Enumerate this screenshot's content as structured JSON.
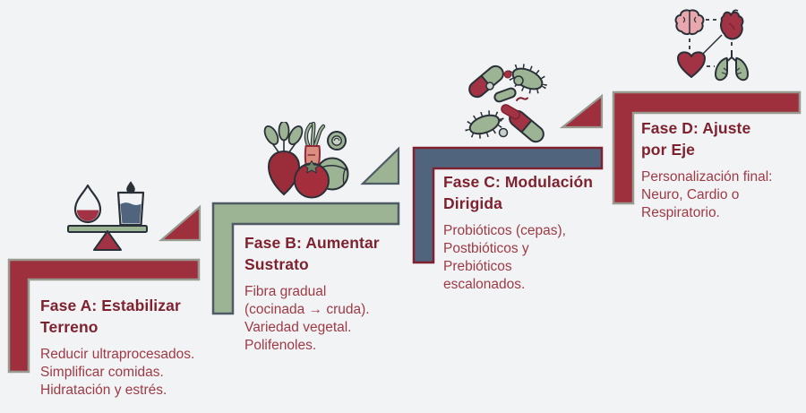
{
  "figure": {
    "type": "staircase-diagram",
    "language": "es",
    "description": "Four ascending phase steps"
  },
  "colors": {
    "background": "#F2F3F5",
    "step_red": "#9E2F3C",
    "step_green": "#9CB394",
    "step_blue": "#51647D",
    "border_gray": "#98998F",
    "border_slate": "#4E5A64",
    "border_dark_red": "#7E2230",
    "title_text": "#7E2230",
    "body_text": "#9E3A45"
  },
  "phases": [
    {
      "id": "fase-a",
      "title": "Fase A: Estabilizar\nTerreno",
      "body": "Reducir ultraprocesados.\nSimplificar comidas.\nHidratación y estrés.",
      "icon": "balance-scale-icon",
      "bar_color": "#9E2F3C",
      "bar_border": "#98998F"
    },
    {
      "id": "fase-b",
      "title": "Fase B: Aumentar\nSustrato",
      "body": "Fibra gradual\n(cocinada → cruda).\nVariedad vegetal.\nPolifenoles.",
      "icon": "vegetables-icon",
      "bar_color": "#9CB394",
      "bar_border": "#4E5A64"
    },
    {
      "id": "fase-c",
      "title": "Fase C: Modulación\nDirigida",
      "body": "Probióticos (cepas),\nPostbióticos y\nPrebióticos\nescalonados.",
      "icon": "microbiome-icon",
      "bar_color": "#51647D",
      "bar_border": "#7E2230"
    },
    {
      "id": "fase-d",
      "title": "Fase D: Ajuste\npor Eje",
      "body": "Personalización final:\nNeuro, Cardio o\nRespiratorio.",
      "icon": "organs-icon",
      "bar_color": "#9E2F3C",
      "bar_border": "#98998F"
    }
  ],
  "connectors": [
    {
      "between": "fase-a/fase-b",
      "color": "#9E2F3C",
      "border": "#98998F"
    },
    {
      "between": "fase-b/fase-c",
      "color": "#9CB394",
      "border": "#4E5A64"
    },
    {
      "between": "fase-c/fase-d",
      "color": "#9E2F3C",
      "border": "#98998F"
    }
  ]
}
